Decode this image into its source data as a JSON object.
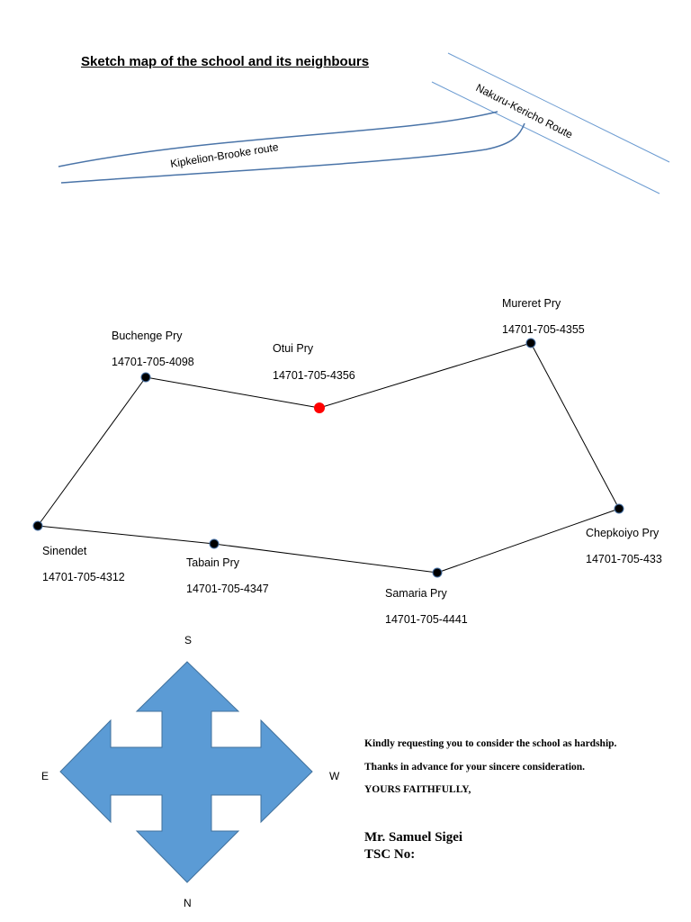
{
  "title": "Sketch map of the school and its neighbours",
  "roads": {
    "kipkelion": "Kipkelion-Brooke route",
    "nakuru": "Nakuru-Kericho Route"
  },
  "colors": {
    "road_line": "#4a74a8",
    "highway_line": "#6b9bd1",
    "school_point": "#ff0000",
    "neighbour_point": "#000000",
    "compass_fill": "#5b9bd5"
  },
  "schools": {
    "buchenge": {
      "name": "Buchenge Pry",
      "code": "14701-705-4098"
    },
    "otui": {
      "name": "Otui Pry",
      "code": "14701-705-4356",
      "highlight": true
    },
    "mureret": {
      "name": "Mureret Pry",
      "code": "14701-705-4355"
    },
    "chepkoiyo": {
      "name": "Chepkoiyo Pry",
      "code": "14701-705-433"
    },
    "samaria": {
      "name": "Samaria Pry",
      "code": "14701-705-4441"
    },
    "tabain": {
      "name": "Tabain Pry",
      "code": "14701-705-4347"
    },
    "sinendet": {
      "name": "Sinendet",
      "code": "14701-705-4312"
    }
  },
  "compass": {
    "top": "S",
    "bottom": "N",
    "left": "E",
    "right": "W",
    "icon": "four-way-arrow-icon"
  },
  "letter": {
    "line1": "Kindly requesting you to consider the school as hardship.",
    "line2": "Thanks in advance for your sincere consideration.",
    "line3": "YOURS FAITHFULLY,",
    "name": "Mr. Samuel Sigei",
    "tsc": "TSC No:"
  }
}
